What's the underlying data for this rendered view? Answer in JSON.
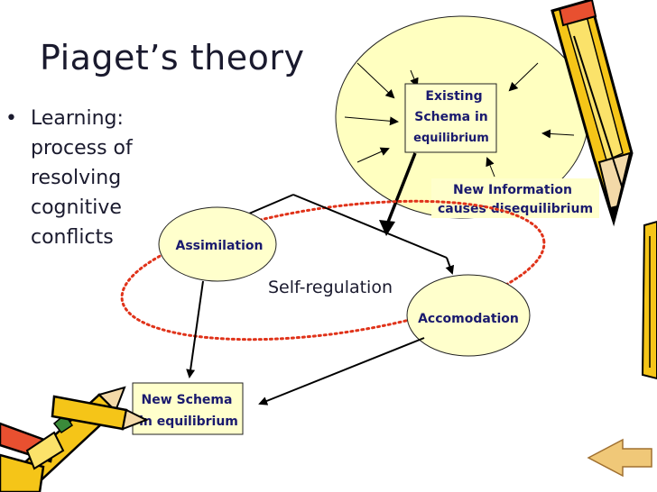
{
  "slide": {
    "title": "Piaget’s theory",
    "bullet_marker": "•",
    "bullet_lines": [
      "Learning:",
      "process of",
      "resolving",
      "cognitive",
      "conflicts"
    ]
  },
  "diagram": {
    "existing_schema": [
      "Existing",
      "Schema in",
      "equilibrium"
    ],
    "new_information": [
      "New Information",
      "causes disequilibrium"
    ],
    "assimilation": "Assimilation",
    "accomodation": "Accomodation",
    "self_regulation": "Self-regulation",
    "new_schema": [
      "New Schema",
      "in equilibrium"
    ]
  },
  "colors": {
    "box_fill": "#ffffcc",
    "circle_fill": "#ffffc0",
    "dotted_red": "#e0331a",
    "text_blue": "#1a1a6e",
    "pencil_yellow": "#f5c518",
    "nav_arrow": "#f0c878"
  }
}
